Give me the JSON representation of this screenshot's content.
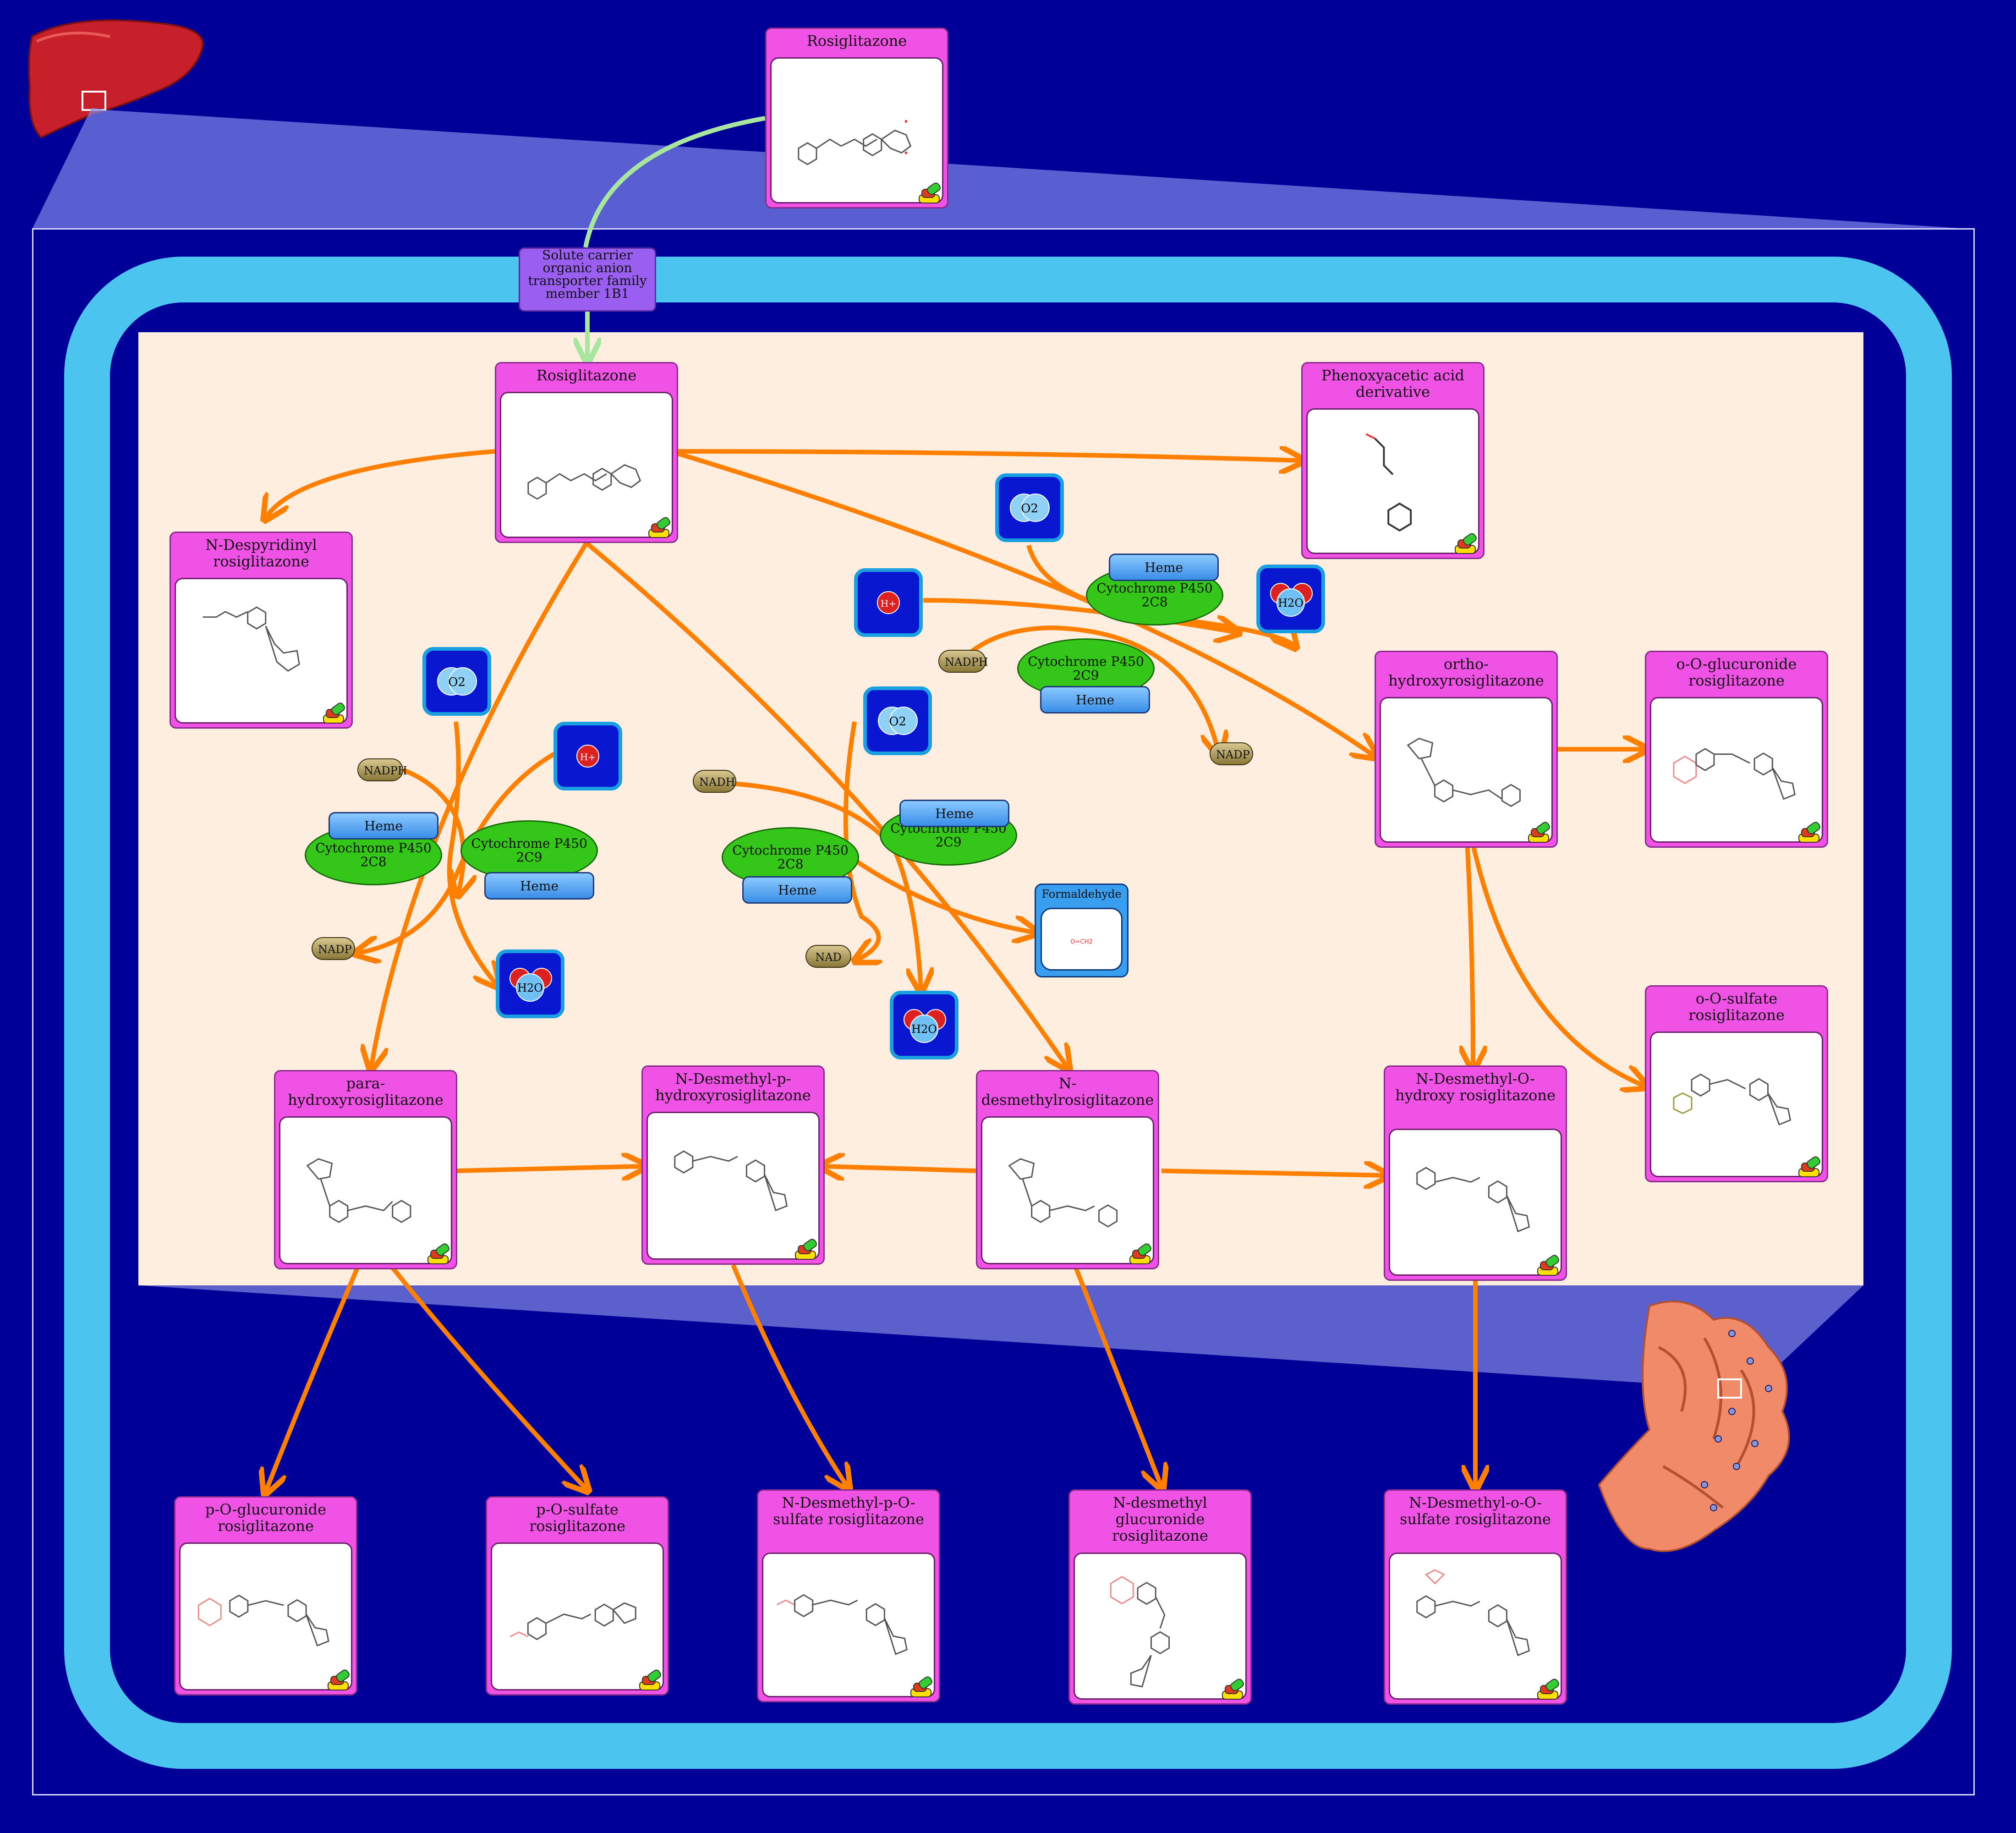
{
  "colors": {
    "background": "#000099",
    "cell_ring": "#4bc4ef",
    "cytoplasm": "#fdeee0",
    "reaction_arrow": "#ff8000",
    "transport_arrow": "#a8e6a0",
    "compound_card": "#f052e6",
    "enzyme": "#34c619",
    "cofactor_heme": "#3a8ee8",
    "transporter": "#9a5ef0"
  },
  "icons": {
    "organ_top_left": "liver-icon",
    "organ_bottom_right": "hepatocyte-er-icon",
    "badge": "drug-pills-badge-icon"
  },
  "extracellular": {
    "rosiglitazone": "Rosiglitazone"
  },
  "transporter": {
    "label": "Solute carrier organic anion transporter family member 1B1"
  },
  "compounds": {
    "rosiglitazone": "Rosiglitazone",
    "phenoxyacetic": "Phenoxyacetic acid derivative",
    "n_despyridinyl": "N-Despyridinyl rosiglitazone",
    "ortho_hydroxy": "ortho-hydroxyrosiglitazone",
    "o_o_glucuronide": "o-O-glucuronide rosiglitazone",
    "o_o_sulfate": "o-O-sulfate rosiglitazone",
    "para_hydroxy": "para-hydroxyrosiglitazone",
    "n_desmethyl_p_hydroxy": "N-Desmethyl-p-hydroxyrosiglitazone",
    "n_desmethyl": "N-desmethylrosiglitazone",
    "n_desmethyl_o_hydroxy": "N-Desmethyl-O-hydroxy rosiglitazone",
    "p_o_glucuronide": "p-O-glucuronide rosiglitazone",
    "p_o_sulfate": "p-O-sulfate rosiglitazone",
    "n_desmethyl_p_o_sulfate": "N-Desmethyl-p-O-sulfate rosiglitazone",
    "n_desmethyl_glucuronide": "N-desmethyl glucuronide rosiglitazone",
    "n_desmethyl_o_o_sulfate": "N-Desmethyl-o-O-sulfate rosiglitazone"
  },
  "formaldehyde": {
    "label": "Formaldehyde",
    "formula": "O=CH2"
  },
  "cofactors": {
    "nadph": "NADPH",
    "nadp": "NADP",
    "nadh": "NADH",
    "nad": "NAD",
    "heme": "Heme"
  },
  "enzymes": {
    "cyp2c8": "Cytochrome P450 2C8",
    "cyp2c9": "Cytochrome P450 2C9"
  },
  "small_molecules": {
    "o2": "O2",
    "h2o": "H2O",
    "h_plus": "H+"
  }
}
